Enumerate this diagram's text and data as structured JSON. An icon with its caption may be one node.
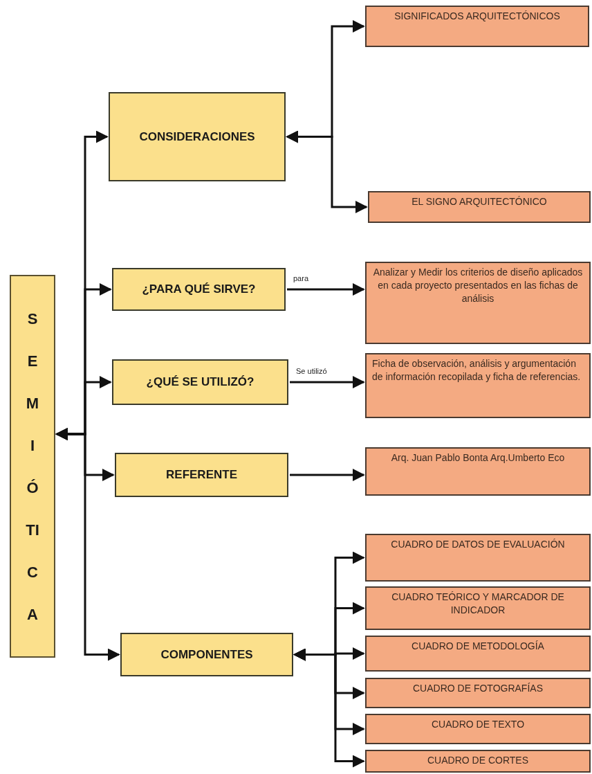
{
  "diagram": {
    "nodes": [
      {
        "text": [
          "SEMIÓTICA"
        ]
      },
      {
        "text": [
          "CONSIDERACIONES"
        ]
      },
      {
        "text": [
          "SIGNIFICADOS ARQUITECTÓNICOS"
        ]
      },
      {
        "text": [
          "EL SIGNO ARQUITECTÓNICO"
        ]
      },
      {
        "text": [
          "¿PARA QUÉ SIRVE?"
        ]
      },
      {
        "text": [
          "Analizar y Medir los criterios de diseño aplicados en cada proyecto presentados en las fichas de análisis"
        ]
      },
      {
        "text": [
          "¿QUÉ SE UTILIZÓ?"
        ]
      },
      {
        "text": [
          "Ficha de observación, análisis y argumentación de información recopilada y ficha de referencias."
        ]
      },
      {
        "text": [
          "REFERENTE"
        ]
      },
      {
        "text": [
          "Arq. Juan Pablo Bonta Arq.Umberto Eco"
        ]
      },
      {
        "text": [
          "COMPONENTES"
        ]
      },
      {
        "text": [
          "CUADRO DE DATOS DE EVALUACIÓN"
        ]
      },
      {
        "text": [
          "CUADRO TEÓRICO Y MARCADOR DE INDICADOR"
        ]
      },
      {
        "text": [
          "CUADRO DE METODOLOGÍA"
        ]
      },
      {
        "text": [
          "CUADRO DE FOTOGRAFÍAS"
        ]
      },
      {
        "text": [
          "CUADRO DE TEXTO"
        ]
      },
      {
        "text": [
          "CUADRO DE CORTES"
        ]
      }
    ],
    "edges": [
      {
        "from": 0,
        "to": 1,
        "arrow": "both"
      },
      {
        "from": 0,
        "to": 4,
        "arrow": "both"
      },
      {
        "from": 0,
        "to": 6,
        "arrow": "both"
      },
      {
        "from": 0,
        "to": 8,
        "arrow": "both"
      },
      {
        "from": 0,
        "to": 10,
        "arrow": "both"
      },
      {
        "from": 1,
        "to": 2,
        "arrow": "both"
      },
      {
        "from": 1,
        "to": 3,
        "arrow": "both"
      },
      {
        "from": 4,
        "to": 5,
        "arrow": "to",
        "label": "para"
      },
      {
        "from": 6,
        "to": 7,
        "arrow": "to",
        "label": "Se utilizó"
      },
      {
        "from": 8,
        "to": 9,
        "arrow": "to"
      },
      {
        "from": 10,
        "to": 11,
        "arrow": "both"
      },
      {
        "from": 10,
        "to": 12,
        "arrow": "both"
      },
      {
        "from": 10,
        "to": 13,
        "arrow": "both"
      },
      {
        "from": 10,
        "to": 14,
        "arrow": "both"
      },
      {
        "from": 10,
        "to": 15,
        "arrow": "both"
      },
      {
        "from": 10,
        "to": 16,
        "arrow": "both"
      }
    ]
  }
}
